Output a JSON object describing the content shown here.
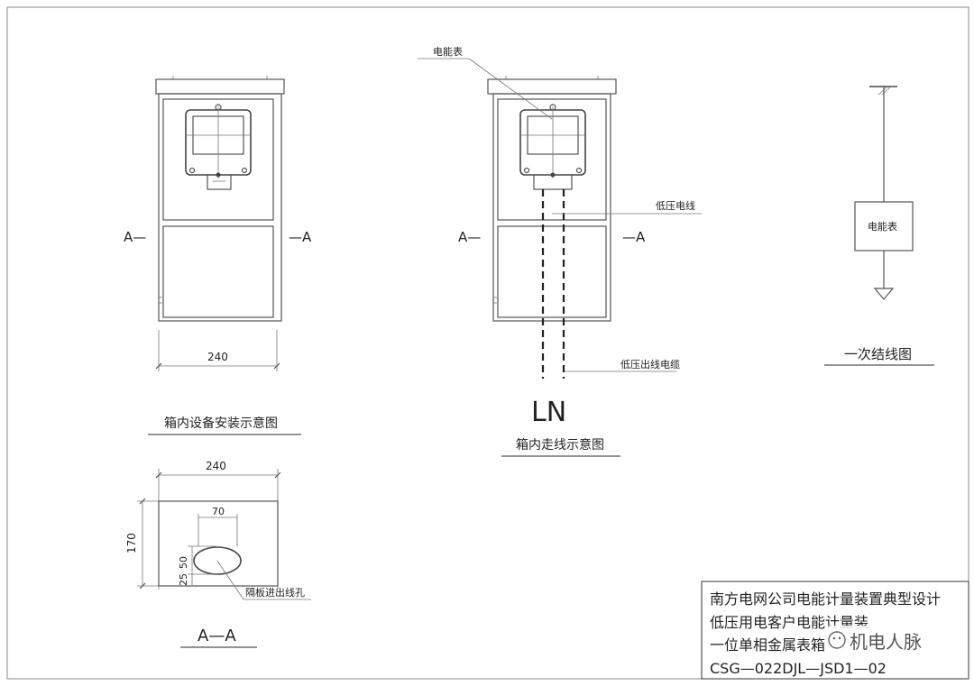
{
  "labels": {
    "a_left": "A—",
    "a_right": "—A",
    "dim_width": "240",
    "dim_width_section": "240",
    "dim_height": "170",
    "dim_hole_width": "70",
    "dim_hole_offset": "25",
    "dim_hole_height": "50",
    "meter": "电能表",
    "lv_wire": "低压电线",
    "lv_out_cable": "低压出线电缆",
    "ln": "LN",
    "partition_hole": "隔板进出线孔",
    "section_title": "A—A",
    "install_title": "箱内设备安装示意图",
    "wiring_title": "箱内走线示意图",
    "primary_title": "一次结线图"
  },
  "title_block": {
    "line1": "南方电网公司电能计量装置典型设计",
    "line2": "低压用电客户电能计量装",
    "line3": "一位单相金属表箱",
    "line4": "CSG—022DJL—JSD1—02"
  },
  "watermark": "机电人脉"
}
